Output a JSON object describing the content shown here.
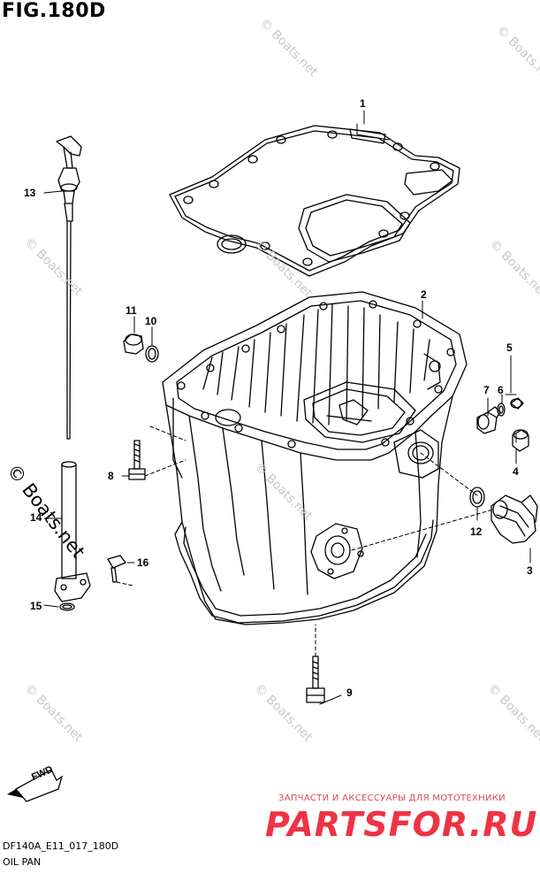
{
  "figure": {
    "title": "FIG.180D",
    "code": "DF140A_E11_017_180D",
    "caption": "OIL PAN"
  },
  "watermark": {
    "main": "© Boats.net",
    "faint": "© Boats.net"
  },
  "promo": {
    "line": "ЗАПЧАСТИ И АКСЕССУАРЫ ДЛЯ МОТОТЕХНИКИ",
    "brand": "PARTSFOR.RU"
  },
  "fwd_label": "FWD",
  "callouts": [
    "1",
    "2",
    "3",
    "4",
    "5",
    "6",
    "7",
    "8",
    "9",
    "10",
    "11",
    "12",
    "13",
    "14",
    "15",
    "16"
  ]
}
